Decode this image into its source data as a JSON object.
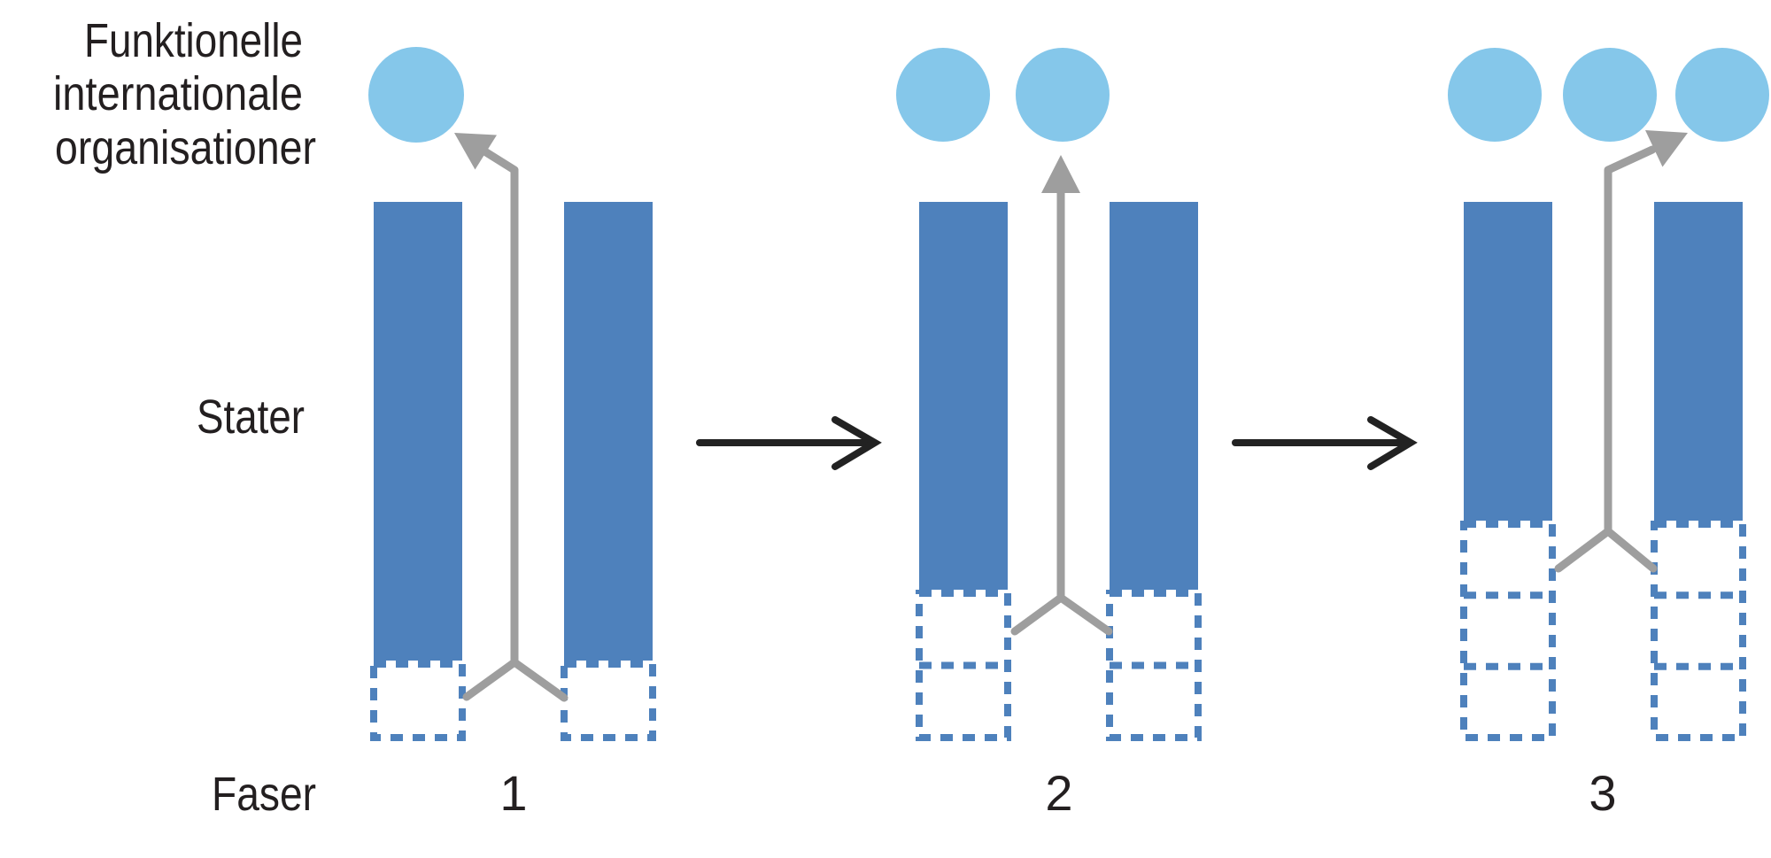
{
  "labels": {
    "organisations_line1": "Funktionelle",
    "organisations_line2": "internationale",
    "organisations_line3": "organisationer",
    "states": "Stater",
    "phases_caption": "Faser"
  },
  "phases": [
    {
      "number": "1",
      "organisation_count": 1,
      "dashed_boxes_per_state": 1
    },
    {
      "number": "2",
      "organisation_count": 2,
      "dashed_boxes_per_state": 2
    },
    {
      "number": "3",
      "organisation_count": 3,
      "dashed_boxes_per_state": 3
    }
  ],
  "colors": {
    "state_bar_blue": "#4E81BC",
    "organisation_circle_blue": "#85C7EA",
    "spillover_arrow_gray": "#9E9E9E",
    "transition_arrow_black": "#222222",
    "text_black": "#231F20"
  }
}
